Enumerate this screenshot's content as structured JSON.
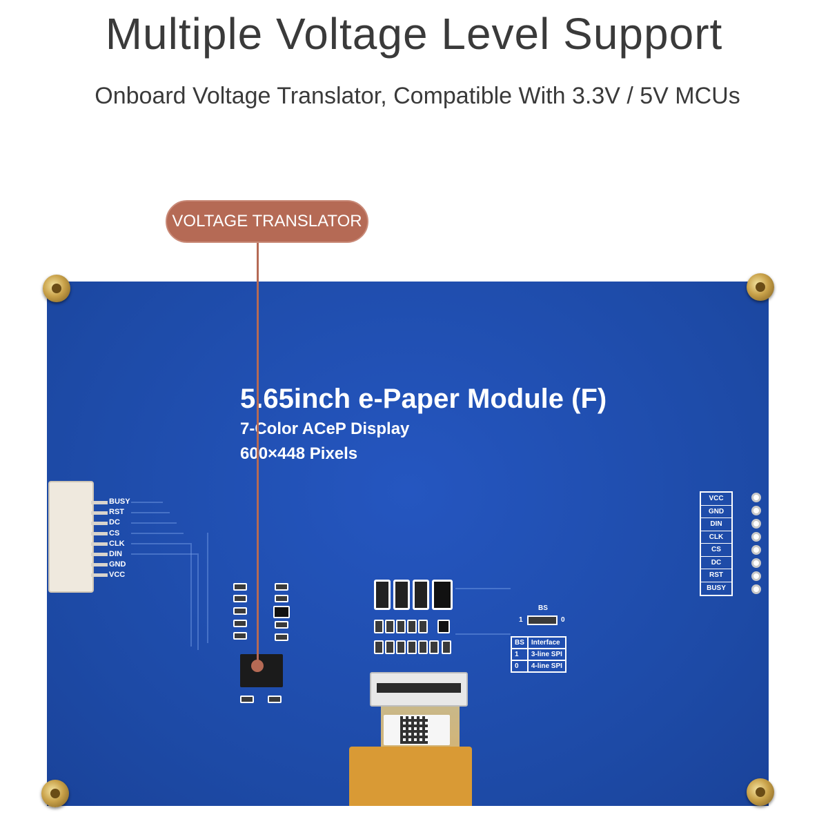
{
  "header": {
    "title": "Multiple Voltage Level Support",
    "subtitle": "Onboard Voltage Translator, Compatible With 3.3V / 5V MCUs"
  },
  "callout": {
    "label": "VOLTAGE TRANSLATOR"
  },
  "board": {
    "title": "5.65inch e-Paper Module (F)",
    "line1": "7-Color ACeP Display",
    "line2": "600×448 Pixels",
    "left_pins": [
      "BUSY",
      "RST",
      "DC",
      "CS",
      "CLK",
      "DIN",
      "GND",
      "VCC"
    ],
    "right_pins": [
      "VCC",
      "GND",
      "DIN",
      "CLK",
      "CS",
      "DC",
      "RST",
      "BUSY"
    ],
    "bs": {
      "label": "BS",
      "one": "1",
      "zero": "0",
      "table_header": [
        "BS",
        "Interface"
      ],
      "rows": [
        [
          "1",
          "3-line SPI"
        ],
        [
          "0",
          "4-line SPI"
        ]
      ]
    }
  },
  "colors": {
    "board_blue": "#1f4fb0",
    "callout": "#b56a55",
    "text_dark": "#3a3a3a"
  }
}
